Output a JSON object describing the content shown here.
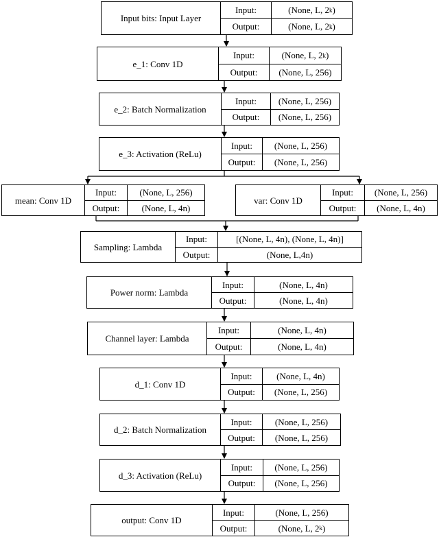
{
  "layers": [
    {
      "id": "input-bits",
      "name": "Input bits: Input Layer",
      "input_label": "Input:",
      "input": "(None, L, 2",
      "input_sup": "k",
      "input_close": ")",
      "output_label": "Output:",
      "output": "(None, L, 2",
      "output_sup": "k",
      "output_close": ")"
    },
    {
      "id": "e1",
      "name": "e_1: Conv 1D",
      "input_label": "Input:",
      "input": "(None, L, 2",
      "input_sup": "k",
      "input_close": ")",
      "output_label": "Output:",
      "output": "(None, L, 256)"
    },
    {
      "id": "e2",
      "name": "e_2: Batch Normalization",
      "input_label": "Input:",
      "input": "(None, L, 256)",
      "output_label": "Output:",
      "output": "(None, L, 256)"
    },
    {
      "id": "e3",
      "name": "e_3: Activation (ReLu)",
      "input_label": "Input:",
      "input": "(None, L, 256)",
      "output_label": "Output:",
      "output": "(None, L, 256)"
    },
    {
      "id": "mean",
      "name": "mean: Conv 1D",
      "input_label": "Input:",
      "input": "(None, L, 256)",
      "output_label": "Output:",
      "output": "(None, L, 4n)"
    },
    {
      "id": "var",
      "name": "var: Conv 1D",
      "input_label": "Input:",
      "input": "(None, L, 256)",
      "output_label": "Output:",
      "output": "(None, L, 4n)"
    },
    {
      "id": "sampling",
      "name": "Sampling: Lambda",
      "input_label": "Input:",
      "input": "[(None, L, 4n), (None, L, 4n)]",
      "output_label": "Output:",
      "output": "(None, L,4n)"
    },
    {
      "id": "power-norm",
      "name": "Power norm: Lambda",
      "input_label": "Input:",
      "input": "(None, L, 4n)",
      "output_label": "Output:",
      "output": "(None, L, 4n)"
    },
    {
      "id": "channel",
      "name": "Channel layer: Lambda",
      "input_label": "Input:",
      "input": "(None, L, 4n)",
      "output_label": "Output:",
      "output": "(None, L, 4n)"
    },
    {
      "id": "d1",
      "name": "d_1: Conv 1D",
      "input_label": "Input:",
      "input": "(None, L, 4n)",
      "output_label": "Output:",
      "output": "(None, L, 256)"
    },
    {
      "id": "d2",
      "name": "d_2: Batch Normalization",
      "input_label": "Input:",
      "input": "(None, L, 256)",
      "output_label": "Output:",
      "output": "(None, L, 256)"
    },
    {
      "id": "d3",
      "name": "d_3: Activation (ReLu)",
      "input_label": "Input:",
      "input": "(None, L, 256)",
      "output_label": "Output:",
      "output": "(None, L, 256)"
    },
    {
      "id": "output",
      "name": "output: Conv 1D",
      "input_label": "Input:",
      "input": "(None, L, 256)",
      "output_label": "Output:",
      "output": "(None, L, 2",
      "output_sup": "k",
      "output_close": ")"
    }
  ]
}
